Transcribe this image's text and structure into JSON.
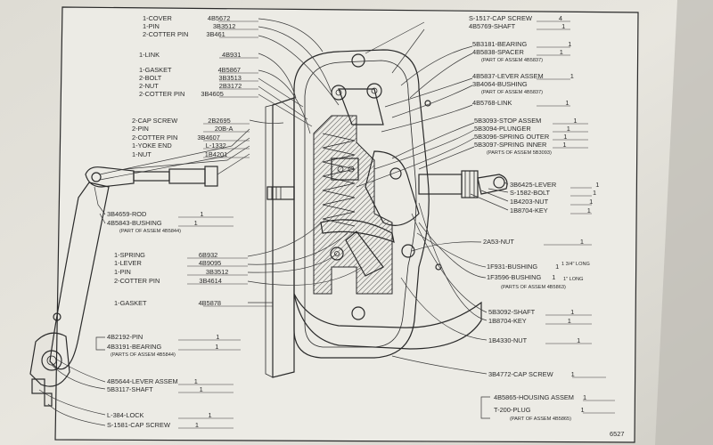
{
  "labels_left": [
    [
      "1-COVER",
      "4B5672"
    ],
    [
      "1-PIN",
      "3B3512"
    ],
    [
      "2-COTTER PIN",
      "3B461"
    ],
    [
      "1-LINK",
      "4B931"
    ],
    [
      "1-GASKET",
      "4B5867"
    ],
    [
      "2-BOLT",
      "3B3513"
    ],
    [
      "2-NUT",
      "2B3172"
    ],
    [
      "2-COTTER PIN",
      "3B4605"
    ],
    [
      "2-CAP SCREW",
      "2B2695"
    ],
    [
      "2-PIN",
      "20B-A"
    ],
    [
      "2-COTTER PIN",
      "3B4607"
    ],
    [
      "1-YOKE END",
      "L-1332"
    ],
    [
      "1-NUT",
      "1B4201"
    ],
    [
      "1-SPRING",
      "6B932"
    ],
    [
      "1-LEVER",
      "4B9095"
    ],
    [
      "1-PIN",
      "3B3512"
    ],
    [
      "2-COTTER PIN",
      "3B4614"
    ],
    [
      "1-GASKET",
      "4B5878"
    ]
  ],
  "labels_right": [
    [
      "S-1517-CAP SCREW",
      "4"
    ],
    [
      "4B5769-SHAFT",
      "1"
    ],
    [
      "5B3181-BEARING",
      "1"
    ],
    [
      "4B5838-SPACER",
      "1"
    ],
    [
      "4B5837-LEVER ASSEM",
      "1"
    ],
    [
      "3B4064-BUSHING",
      ""
    ],
    [
      "4B5768-LINK",
      "1"
    ],
    [
      "5B3093-STOP ASSEM",
      "1"
    ],
    [
      "5B3094-PLUNGER",
      "1"
    ],
    [
      "5B3096-SPRING OUTER",
      "1"
    ],
    [
      "5B3097-SPRING INNER",
      "1"
    ],
    [
      "3B6425-LEVER",
      "1"
    ],
    [
      "S-1582-BOLT",
      "1"
    ],
    [
      "1B4203-NUT",
      "1"
    ],
    [
      "1B8704-KEY",
      "1"
    ],
    [
      "2A53-NUT",
      "1"
    ],
    [
      "1F931-BUSHING",
      "1"
    ],
    [
      "1F3596-BUSHING",
      "1"
    ],
    [
      "5B3092-SHAFT",
      "1"
    ],
    [
      "1B8704-KEY",
      "1"
    ],
    [
      "1B4330-NUT",
      "1"
    ],
    [
      "3B4772-CAP SCREW",
      "1"
    ],
    [
      "4B5865-HOUSING ASSEM",
      "1"
    ],
    [
      "T-200-PLUG",
      "1"
    ]
  ],
  "labels_bottom_left": [
    [
      "3B4659-ROD",
      "1"
    ],
    [
      "4B5843-BUSHING",
      "1"
    ],
    [
      "4B2192-PIN",
      "1"
    ],
    [
      "4B3191-BEARING",
      "1"
    ],
    [
      "4B5644-LEVER ASSEM",
      "1"
    ],
    [
      "5B3117-SHAFT",
      "1"
    ],
    [
      "L-384-LOCK",
      "1"
    ],
    [
      "S-1581-CAP SCREW",
      "1"
    ]
  ],
  "notes": {
    "part_assem_4B5837": "(PART OF ASSEM 4B5837)",
    "part_assem_4B5837b": "(PART OF ASSEM 4B5837)",
    "part_assem_5B3093": "(PARTS OF ASSEM 5B3093)",
    "part_assem_4B5844": "(PART OF ASSEM 4B5844)",
    "parts_assem_4B5844": "(PARTS OF ASSEM 4B5844)",
    "parts_assem_4B5863": "(PARTS OF ASSEM 4B5863)",
    "part_assem_4B5865": "(PART OF ASSEM 4B5865)",
    "bushing_long_1": "1 3/4\" LONG",
    "bushing_long_2": "1\" LONG"
  },
  "figure_number": "6527"
}
